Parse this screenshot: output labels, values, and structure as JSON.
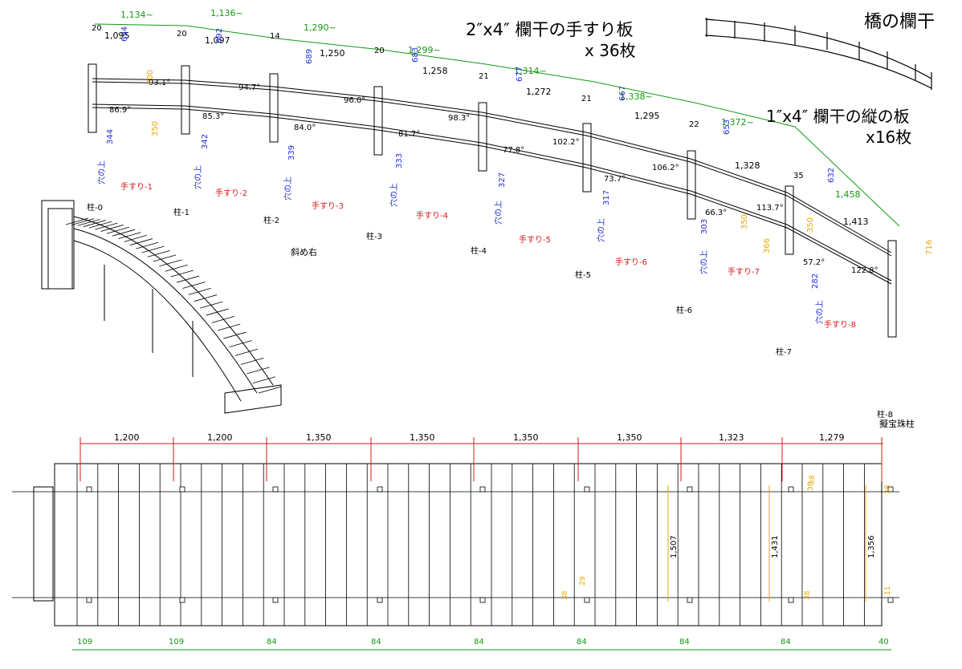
{
  "titles": {
    "bridge_railing": "橋の欄干",
    "handrail_board": "2″x4″ 欄干の手すり板",
    "handrail_count": "x 36枚",
    "vertical_board": "1″x4″ 欄干の縦の板",
    "vertical_count": "x16枚",
    "diagonal_right": "斜め右",
    "giboshi_post": "擬宝珠柱"
  },
  "posts": [
    "柱-0",
    "柱-1",
    "柱-2",
    "柱-3",
    "柱-4",
    "柱-5",
    "柱-6",
    "柱-7",
    "柱-8"
  ],
  "handrails": [
    "手すり-1",
    "手すり-2",
    "手すり-3",
    "手すり-4",
    "手すり-5",
    "手すり-6",
    "手すり-7",
    "手すり-8"
  ],
  "upper_spans": [
    "1,134~",
    "1,136~",
    "1,290~",
    "1,299~",
    "1,314~",
    "1,338~",
    "1,372~",
    "1,458"
  ],
  "rail_lengths": [
    "1,095",
    "1,097",
    "1,250",
    "1,258",
    "1,272",
    "1,295",
    "1,328",
    "1,413"
  ],
  "post_tops": [
    "20",
    "20",
    "14",
    "20",
    "21",
    "21",
    "22",
    "35"
  ],
  "top_hole": [
    "694",
    "692",
    "689",
    "683",
    "677",
    "667",
    "653",
    "632"
  ],
  "bottom_hole": [
    "344",
    "342",
    "339",
    "333",
    "327",
    "317",
    "303",
    "282"
  ],
  "angles": [
    "93.1°",
    "94.7°",
    "96.0°",
    "98.3°",
    "102.2°",
    "106.2°",
    "113.7°",
    "122.8°"
  ],
  "lower_angles": [
    "86.9°",
    "85.3°",
    "84.0°",
    "81.7°",
    "77.8°",
    "73.7°",
    "66.3°",
    "57.2°"
  ],
  "yellow_dims": [
    "700",
    "350",
    "350",
    "366",
    "716",
    "350"
  ],
  "hole_label": "穴の上",
  "plan_spans": [
    "1,200",
    "1,200",
    "1,350",
    "1,350",
    "1,350",
    "1,350",
    "1,323",
    "1,279"
  ],
  "plan_bottom": [
    "109",
    "109",
    "84",
    "84",
    "84",
    "84",
    "84",
    "84",
    "40"
  ],
  "plan_widths": [
    "1,507",
    "1,431",
    "1,356"
  ],
  "plan_small": [
    "38",
    "38",
    "38",
    "38",
    "29",
    "38",
    "11"
  ],
  "colors": {
    "blue": "#1f2fd6",
    "green": "#129a12",
    "red": "#d81818",
    "orange": "#e6a800",
    "line": "#000000"
  }
}
